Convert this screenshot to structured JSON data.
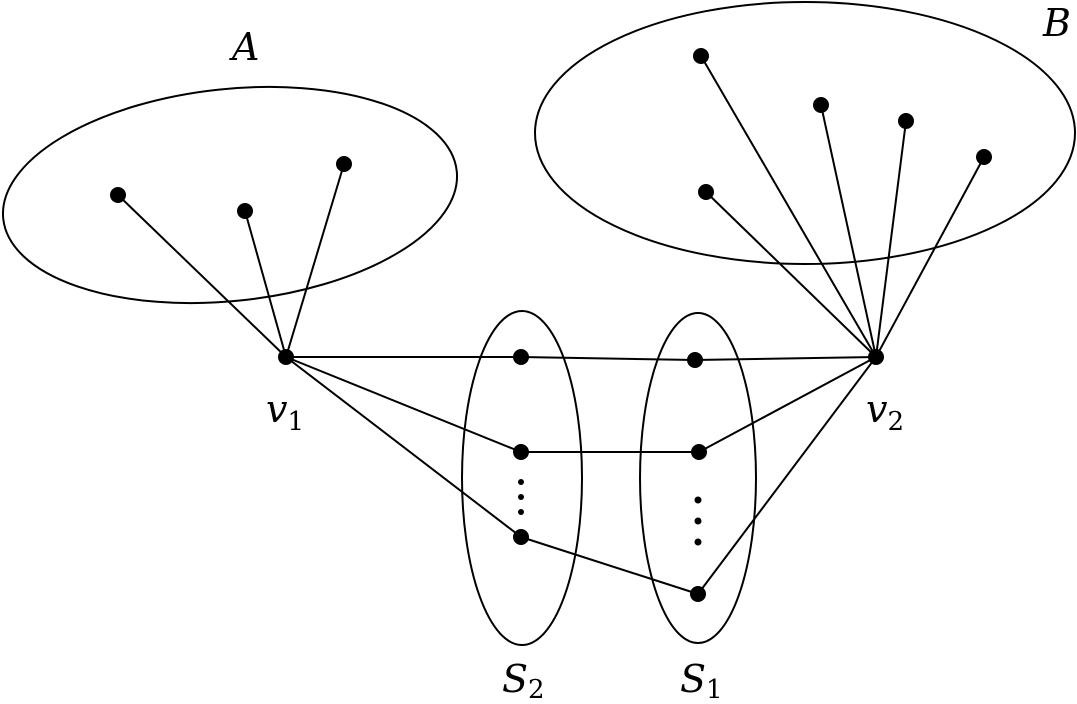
{
  "labels": {
    "set_a": "A",
    "set_b": "B",
    "v1": {
      "main": "v",
      "sub": "1"
    },
    "v2": {
      "main": "v",
      "sub": "2"
    },
    "s2": {
      "main": "S",
      "sub": "2"
    },
    "s1": {
      "main": "S",
      "sub": "1"
    }
  },
  "colors": {
    "stroke": "#000000",
    "fill": "#000000",
    "background": "#ffffff"
  }
}
